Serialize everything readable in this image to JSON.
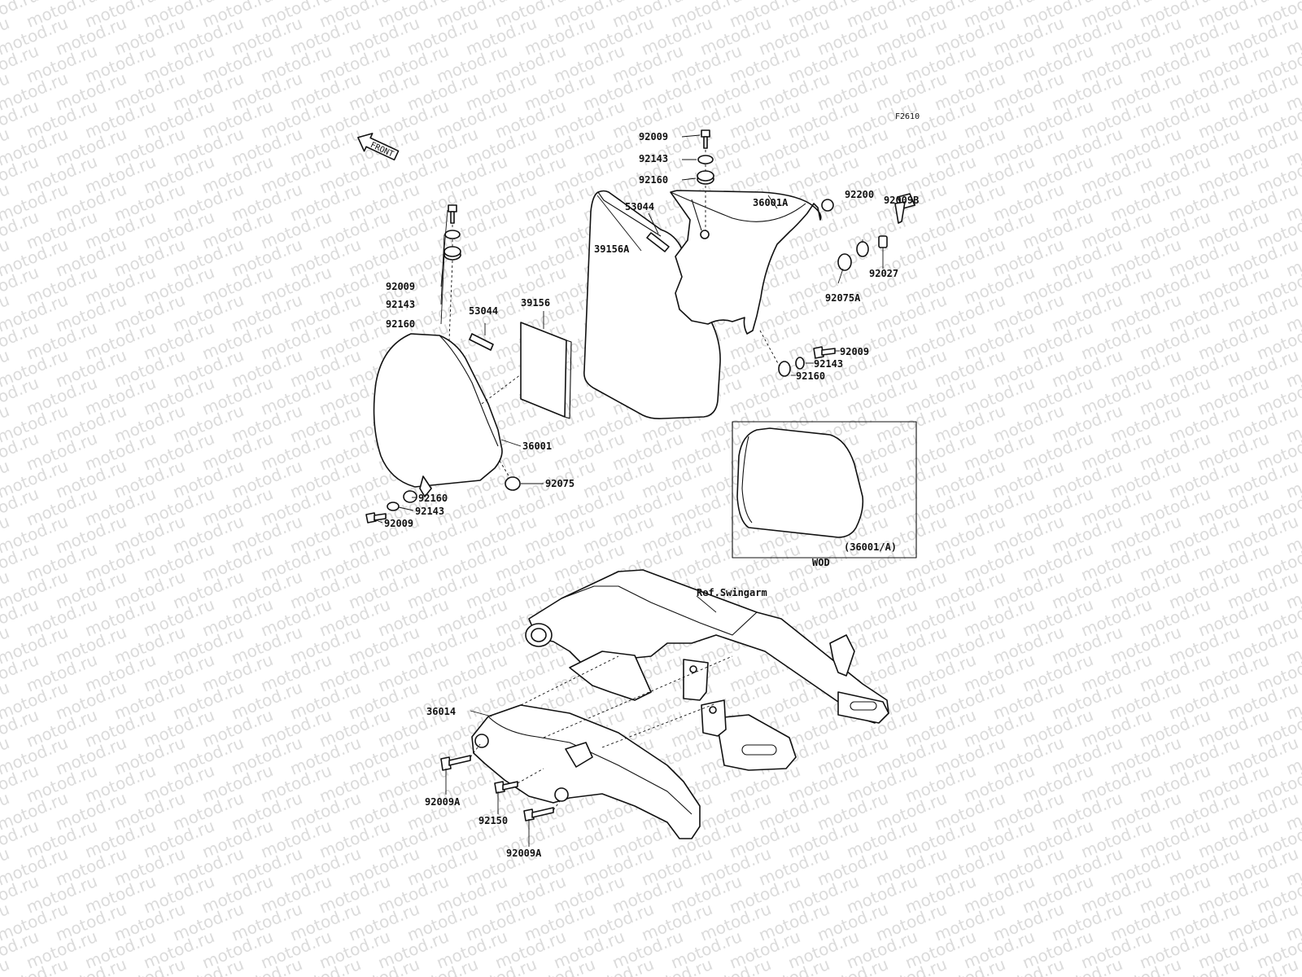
{
  "diagram": {
    "figure_code": "F2610",
    "front_label": "FRONT",
    "watermark_text": "motod.ru",
    "labels": {
      "p92009_top": "92009",
      "p92143_top": "92143",
      "p92160_top": "92160",
      "p53044_right": "53044",
      "p39156A": "39156A",
      "p36001A": "36001A",
      "p92009B": "92009B",
      "p92200": "92200",
      "p92027": "92027",
      "p92075A": "92075A",
      "p92009_mid_right": "92009",
      "p92143_mid_right": "92143",
      "p92160_mid_right": "92160",
      "p92009_left": "92009",
      "p92143_left": "92143",
      "p92160_left": "92160",
      "p53044_left": "53044",
      "p39156": "39156",
      "p36001": "36001",
      "p92075": "92075",
      "p92160_bottom": "92160",
      "p92143_bottom": "92143",
      "p92009_bottom": "92009",
      "inset_caption": "(36001/A)",
      "inset_variant": "WOD",
      "ref_swingarm": "Ref.Swingarm",
      "p36014": "36014",
      "p92009A_left": "92009A",
      "p92150": "92150",
      "p92009A_bottom": "92009A"
    }
  }
}
